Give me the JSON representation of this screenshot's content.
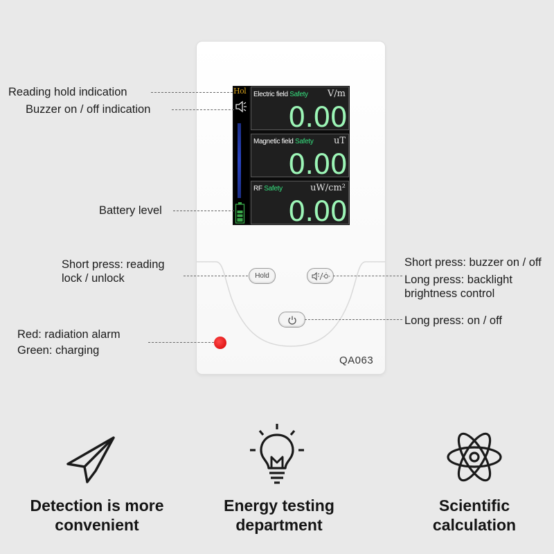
{
  "annotations": {
    "reading_hold": "Reading hold indication",
    "buzzer_indication": "Buzzer on / off indication",
    "battery": "Battery level",
    "hold_short": [
      "Short press: reading",
      "lock / unlock"
    ],
    "buzzer_short": "Short press: buzzer on / off",
    "buzzer_long": [
      "Long press: backlight",
      "brightness control"
    ],
    "power_long": "Long press: on / off",
    "led": [
      "Red: radiation alarm",
      "Green: charging"
    ]
  },
  "device": {
    "model": "QA063",
    "hold_indicator": "Hol",
    "buttons": {
      "hold": "Hold"
    },
    "panels": [
      {
        "label": "Electric field",
        "status": "Safety",
        "unit": "V/m",
        "value": "0.00"
      },
      {
        "label": "Magnetic field",
        "status": "Safety",
        "unit": "uT",
        "value": "0.00"
      },
      {
        "label": "RF",
        "status": "Safety",
        "unit": "uW/cm²",
        "value": "0.00"
      }
    ]
  },
  "features": [
    {
      "icon": "paper-plane-icon",
      "lines": [
        "Detection is more",
        "convenient"
      ]
    },
    {
      "icon": "light-bulb-icon",
      "lines": [
        "Energy testing",
        "department"
      ]
    },
    {
      "icon": "atom-icon",
      "lines": [
        "Scientific",
        "calculation"
      ]
    }
  ],
  "colors": {
    "background": "#e9e9e9",
    "safety_green": "#35e07e",
    "reading_green": "#9cf5b6",
    "led_red": "#d40000",
    "hold_amber": "#d8a31d"
  }
}
